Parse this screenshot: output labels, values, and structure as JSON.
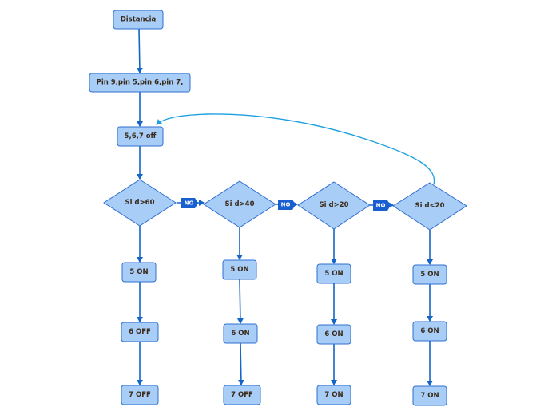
{
  "colors": {
    "node_fill": "#a8cdf7",
    "node_stroke": "#2f6fd0",
    "edge": "#1366c8",
    "loop_edge": "#1ea0e0",
    "no_badge": "#1a5fd0",
    "text": "#3a2a1a"
  },
  "nodes": {
    "distancia": "Distancia",
    "pins": "Pin 9,pin 5,pin 6,pin 7,",
    "off": "5,6,7 off",
    "cond60": "Si d>60",
    "cond40": "Si d>40",
    "cond20": "Si d>20",
    "condlt20": "Si d<20",
    "b60_1": "5 ON",
    "b60_2": "6 OFF",
    "b60_3": "7 OFF",
    "b40_1": "5 ON",
    "b40_2": "6 ON",
    "b40_3": "7 OFF",
    "b20_1": "5 ON",
    "b20_2": "6 ON",
    "b20_3": "7 ON",
    "blt20_1": "5 ON",
    "blt20_2": "6 ON",
    "blt20_3": "7 ON"
  },
  "no_labels": {
    "a": "NO",
    "b": "NO",
    "c": "NO"
  }
}
